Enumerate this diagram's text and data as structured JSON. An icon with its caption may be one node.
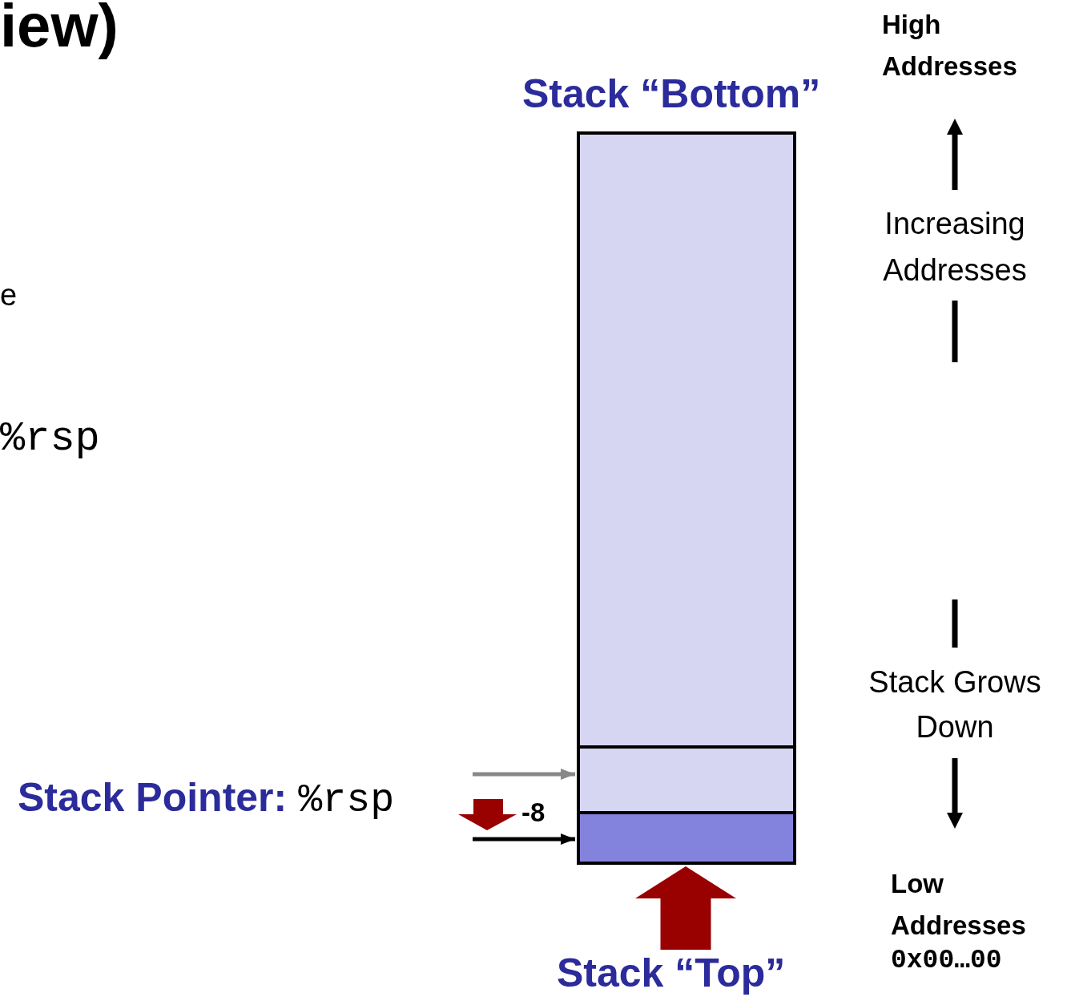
{
  "diagram": {
    "nodes": [
      {
        "text": [],
        "shape": "box",
        "beside": [
          "Stack “Bottom”"
        ]
      },
      {
        "text": [],
        "shape": "box"
      },
      {
        "text": [],
        "shape": "box"
      },
      {
        "text": [
          "Stack Pointer:",
          "%rsp"
        ]
      },
      {
        "text": [
          "Stack “Top”"
        ]
      }
    ],
    "edges": [
      {
        "from": null,
        "to": 1,
        "arrow": "to",
        "color": "#888888"
      },
      {
        "from": null,
        "to": 2,
        "arrow": "to",
        "color": "#000000"
      },
      {
        "from": 4,
        "to": 2,
        "arrow": "to",
        "style": "thick",
        "color": "#990000"
      }
    ],
    "labels": [
      "iew)",
      "High Addresses",
      "Increasing Addresses",
      "e",
      "%rsp",
      "Stack Grows Down",
      "-8",
      "Low Addresses",
      "0x00…00"
    ]
  }
}
